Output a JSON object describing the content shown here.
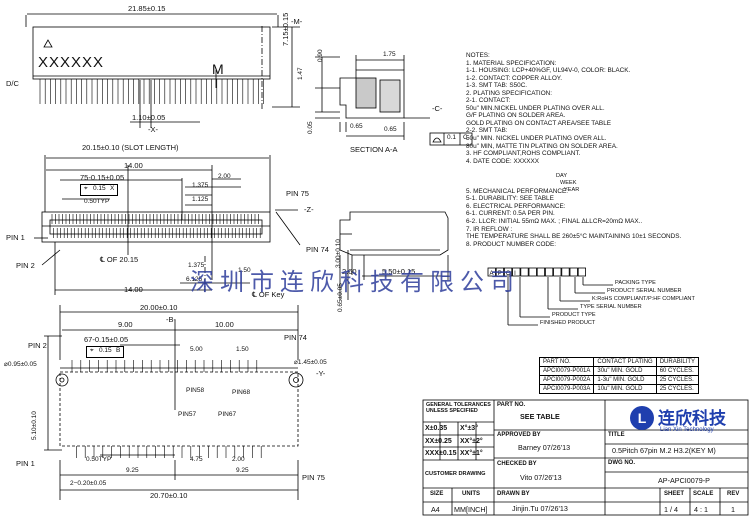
{
  "top_view": {
    "overall_width": "21.85±0.15",
    "datum_m": "-M-",
    "dc_label": "D/C",
    "marking": "XXXXXX",
    "key_letter": "M",
    "height_dim": "7.15±0.15",
    "pitch_dim": "1.10±0.05",
    "datum_x": "-X-"
  },
  "section": {
    "d_090": "0.90",
    "d_147": "1.47",
    "d_175": "1.75",
    "d_005": "0.05",
    "d_065a": "0.65",
    "d_065b": "0.65",
    "datum_c": "-C-",
    "flatness_val": "0.1",
    "flatness_ref": "C",
    "title": "SECTION A-A"
  },
  "notes": {
    "lines": [
      "NOTES:",
      "1. MATERIAL SPECIFICATION:",
      "   1-1. HOUSING: LCP+40%GF, UL94V-0, COLOR: BLACK.",
      "   1-2. CONTACT: COPPER ALLOY.",
      "   1-3. SMT TAB: S50C.",
      "2. PLATING SPECIFICATION:",
      "   2-1. CONTACT:",
      "      50u\" MIN.NICKEL UNDER PLATING OVER ALL.",
      "      G/F PLATING ON SOLDER AREA.",
      "      GOLD  PLATING ON CONTACT AREA/SEE TABLE",
      "   2-2. SMT TAB:",
      "      50u\" MIN. NICKEL UNDER PLATING OVER ALL.",
      "      80u\" MIN, MATTE TIN PLATING ON SOLDER AREA.",
      "3. HF COMPLIANT,ROHS COMPLIANT.",
      "4. DATE CODE: XXXXXX",
      "",
      "",
      "",
      "5. MECHANICAL PERFORMANCE:",
      "   5-1. DURABILITY: SEE TABLE",
      "6. ELECTRICAL PERFORMANCE:",
      "   6-1. CURRENT: 0.5A PER PIN.",
      "   6-2. LLCR: INITIAL 55mΩ MAX. ; FINAL ΔLLCR=20mΩ MAX..",
      "7. IR REFLOW :",
      "      THE TEMPERATURE SHALL BE 260±5°C MAINTAINING 10±1 SECONDS.",
      "8. PRODUCT NUMBER CODE:"
    ],
    "date_day": "DAY",
    "date_week": "WEEK",
    "date_year": "YEAR",
    "pn_prefix": [
      "A",
      "P",
      "C",
      "I"
    ],
    "pn_labels": [
      "PACKING TYPE",
      "PRODUCT SERIAL NUMBER",
      "K:RoHS COMPLIANT/P:HF COMPLIANT",
      "TYPE SERIAL NUMBER",
      "PRODUCT TYPE",
      "FINISHED PRODUCT"
    ]
  },
  "front_view": {
    "slot_length": "20.15±0.10 (SLOT LENGTH)",
    "d_14a": "14.00",
    "d_75": "75-0.15±0.05",
    "pos_tol": "0.15",
    "pos_ref": "X",
    "d_050typ": "0.50TYP",
    "d_1375": "1.375",
    "d_200": "2.00",
    "d_1125": "1.125",
    "pin75": "PIN 75",
    "datum_z": "-Z-",
    "pin1": "PIN 1",
    "pin74": "PIN 74",
    "pin2": "PIN 2",
    "cl_of": "℄ OF 20.15",
    "d_1375b": "1.375",
    "d_150": "1.50",
    "d_6125": "6.125",
    "cl_key": "℄ OF Key",
    "d_14b": "14.00"
  },
  "side_view": {
    "d_260": "2.60",
    "d_550": "5.50±0.15",
    "d_300": "3.00±0.10",
    "d_065": "0.65±0.05"
  },
  "watermark": "深圳市连欣科技有限公司",
  "layout": {
    "d_2000": "20.00±0.10",
    "datum_b": "-B-",
    "d_900a": "9.00",
    "d_1000": "10.00",
    "pin74": "PIN 74",
    "pin2": "PIN 2",
    "d_67": "67-0.15±0.05",
    "pos_tol": "0.15",
    "pos_ref": "B",
    "d_500": "5.00",
    "d_150": "1.50",
    "d_095": "⌀0.95±0.05",
    "d_145": "⌀1.45±0.05",
    "datum_y": "-Y-",
    "pin58": "PIN58",
    "pin68": "PIN68",
    "pin57": "PIN57",
    "pin67": "PIN67",
    "d_510": "5.10±0.10",
    "pin1": "PIN 1",
    "d_050typ": "0.50TYP",
    "d_475": "4.75",
    "d_200": "2.00",
    "d_2x": "2−0.20±0.05",
    "d_925a": "9.25",
    "d_925b": "9.25",
    "pin75": "PIN 75",
    "d_2070": "20.70±0.10"
  },
  "plating_table": {
    "headers": [
      "PART NO.",
      "CONTACT PLATING",
      "DURABILITY"
    ],
    "rows": [
      [
        "APCI0079-P001A",
        "30u\" MIN. GOLD",
        "60 CYCLES."
      ],
      [
        "APCI0079-P002A",
        "1-3u\" MIN. GOLD",
        "25 CYCLES."
      ],
      [
        "APCI0079-P003A",
        "10u\" MIN. GOLD",
        "25 CYCLES."
      ]
    ]
  },
  "title_block": {
    "tol_header": "GENERAL TOLERANCES UNLESS SPECIFIED",
    "tol_rows": [
      [
        "X±0.35",
        "X°±3°"
      ],
      [
        "XX±0.25",
        "XX°±2°"
      ],
      [
        "XXX±0.15",
        "XX°±1°"
      ]
    ],
    "customer_drawing": "CUSTOMER DRAWING",
    "size_label": "SIZE",
    "size_value": "A4",
    "units_label": "UNITS",
    "units_value": "MM[INCH]",
    "part_no_label": "PART NO.",
    "part_no_value": "SEE TABLE",
    "approved_label": "APPROVED BY",
    "approved_value": "Barney  07/26'13",
    "checked_label": "CHECKED BY",
    "checked_value": "Vito  07/26'13",
    "drawn_label": "DRAWN BY",
    "drawn_value": "Jinjin.Tu  07/26'13",
    "company_cn": "连欣科技",
    "company_en": "Lian Xin Technology",
    "title_label": "TITLE",
    "title_value": "0.5Pitch 67pin M.2 H3.2(KEY M)",
    "dwg_label": "DWG NO.",
    "dwg_value": "AP-APCI0079-P",
    "sheet_label": "SHEET",
    "sheet_value": "1 / 4",
    "scale_label": "SCALE",
    "scale_value": "4 : 1",
    "rev_label": "REV",
    "rev_value": "1"
  }
}
